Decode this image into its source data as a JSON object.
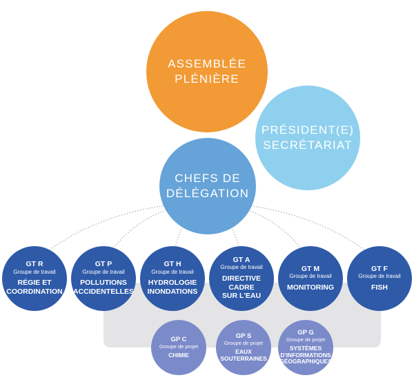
{
  "assembly": {
    "label": "ASSEMBLÉE\nPLÉNIÈRE",
    "color": "#f29a35"
  },
  "president": {
    "label": "PRÉSIDENT(E)\nSECRÉTARIAT",
    "color": "#8fd0ee"
  },
  "delegation": {
    "label": "CHEFS DE\nDÉLÉGATION",
    "color": "#66a3d8"
  },
  "working_groups": [
    {
      "code": "GT R",
      "type": "Groupe de travail",
      "name": "RÉGIE ET\nCOORDINATION"
    },
    {
      "code": "GT P",
      "type": "Groupe de travail",
      "name": "POLLUTIONS\nACCIDENTELLES"
    },
    {
      "code": "GT H",
      "type": "Groupe de travail",
      "name": "HYDROLOGIE\nINONDATIONS"
    },
    {
      "code": "GT A",
      "type": "Groupe de travail",
      "name": "DIRECTIVE\nCADRE\nSUR L'EAU"
    },
    {
      "code": "GT M",
      "type": "Groupe de travail",
      "name": "MONITORING"
    },
    {
      "code": "GT F",
      "type": "Groupe de travail",
      "name": "FISH"
    }
  ],
  "project_groups": [
    {
      "code": "GP C",
      "type": "Groupe de projet",
      "name": "CHIMIE"
    },
    {
      "code": "GP S",
      "type": "Groupe de projet",
      "name": "EAUX\nSOUTERRAINES"
    },
    {
      "code": "GP G",
      "type": "Groupe de projet",
      "name": "SYSTÈMES\nD'INFORMATIONS\nGÉOGRAPHIQUES"
    }
  ],
  "colors": {
    "working_group": "#2e5aa8",
    "project_group": "#7b8ac9",
    "band": "#e4e4e6",
    "connector": "#9a9a9a"
  }
}
